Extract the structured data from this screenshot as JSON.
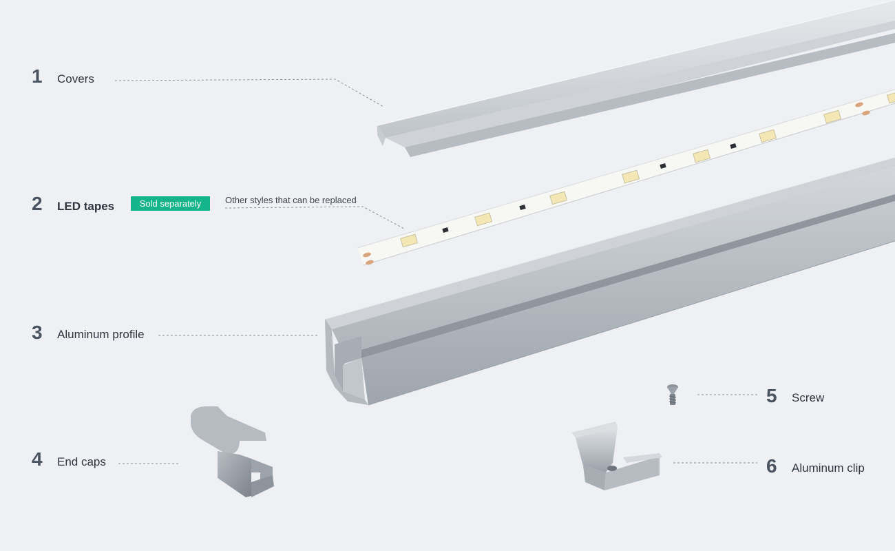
{
  "parts": [
    {
      "number": "1",
      "label": "Covers"
    },
    {
      "number": "2",
      "label": "LED tapes",
      "badge": "Sold separately",
      "note": "Other styles that can be replaced"
    },
    {
      "number": "3",
      "label": "Aluminum profile"
    },
    {
      "number": "4",
      "label": "End caps"
    },
    {
      "number": "5",
      "label": "Screw"
    },
    {
      "number": "6",
      "label": "Aluminum clip"
    }
  ],
  "colors": {
    "background": "#eef0f3",
    "badge": "#14b58a",
    "metal": "#b9bfc6",
    "led": "#f3e7b6"
  },
  "icons": [
    "cover-shape",
    "led-tape-shape",
    "aluminum-profile-shape",
    "end-cap-shape",
    "screw-icon",
    "aluminum-clip-shape"
  ]
}
